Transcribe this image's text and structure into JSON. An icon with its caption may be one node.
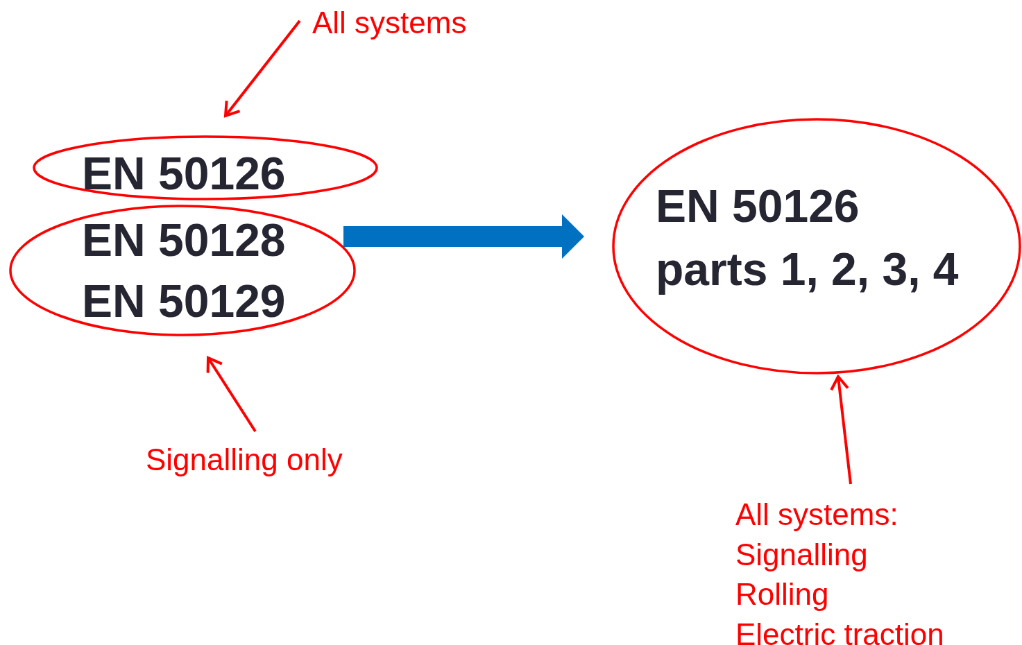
{
  "diagram": {
    "nodes": [
      {
        "text": [
          "EN 50126"
        ]
      },
      {
        "text": [
          "EN 50128",
          "EN 50129"
        ]
      },
      {
        "text": [
          "EN 50126",
          "parts 1, 2, 3, 4"
        ]
      },
      {
        "text": [
          "All systems"
        ]
      },
      {
        "text": [
          "Signalling only"
        ]
      },
      {
        "text": [
          "All systems:",
          "Signalling",
          "Rolling",
          "Electric traction"
        ]
      }
    ],
    "edges": [
      {
        "from": 3,
        "to": 0,
        "arrow": "to"
      },
      {
        "from": 4,
        "to": 1,
        "arrow": "to"
      },
      {
        "from": 1,
        "to": 2,
        "arrow": "to",
        "style": "thick",
        "color": "#0070c0"
      },
      {
        "from": 5,
        "to": 2,
        "arrow": "to"
      }
    ]
  }
}
